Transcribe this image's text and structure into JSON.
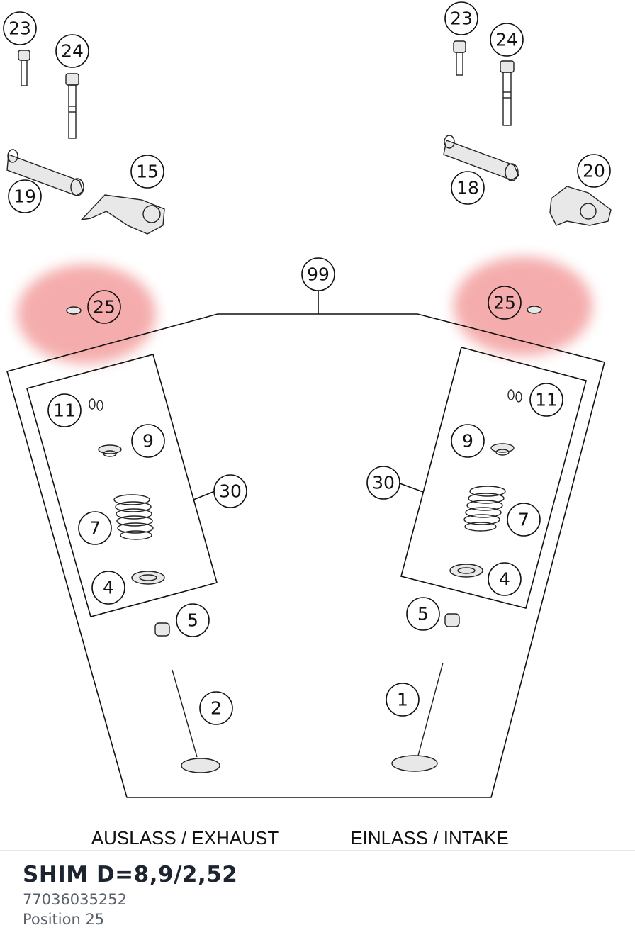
{
  "diagram": {
    "labels": {
      "exhaust": "AUSLASS / EXHAUST",
      "intake": "EINLASS / INTAKE"
    },
    "highlight_color": "#e84a4a",
    "highlighted_position": "25",
    "callouts": {
      "c23_left": "23",
      "c24_left": "24",
      "c19": "19",
      "c15": "15",
      "c23_right": "23",
      "c24_right": "24",
      "c18": "18",
      "c20": "20",
      "c99": "99",
      "c25_left": "25",
      "c25_right": "25",
      "c11_left": "11",
      "c9_left": "9",
      "c30_left": "30",
      "c7_left": "7",
      "c4_left": "4",
      "c5_left": "5",
      "c2": "2",
      "c11_right": "11",
      "c9_right": "9",
      "c30_right": "30",
      "c7_right": "7",
      "c4_right": "4",
      "c5_right": "5",
      "c1": "1"
    }
  },
  "part": {
    "name": "SHIM D=8,9/2,52",
    "number": "77036035252",
    "position": "Position 25"
  }
}
